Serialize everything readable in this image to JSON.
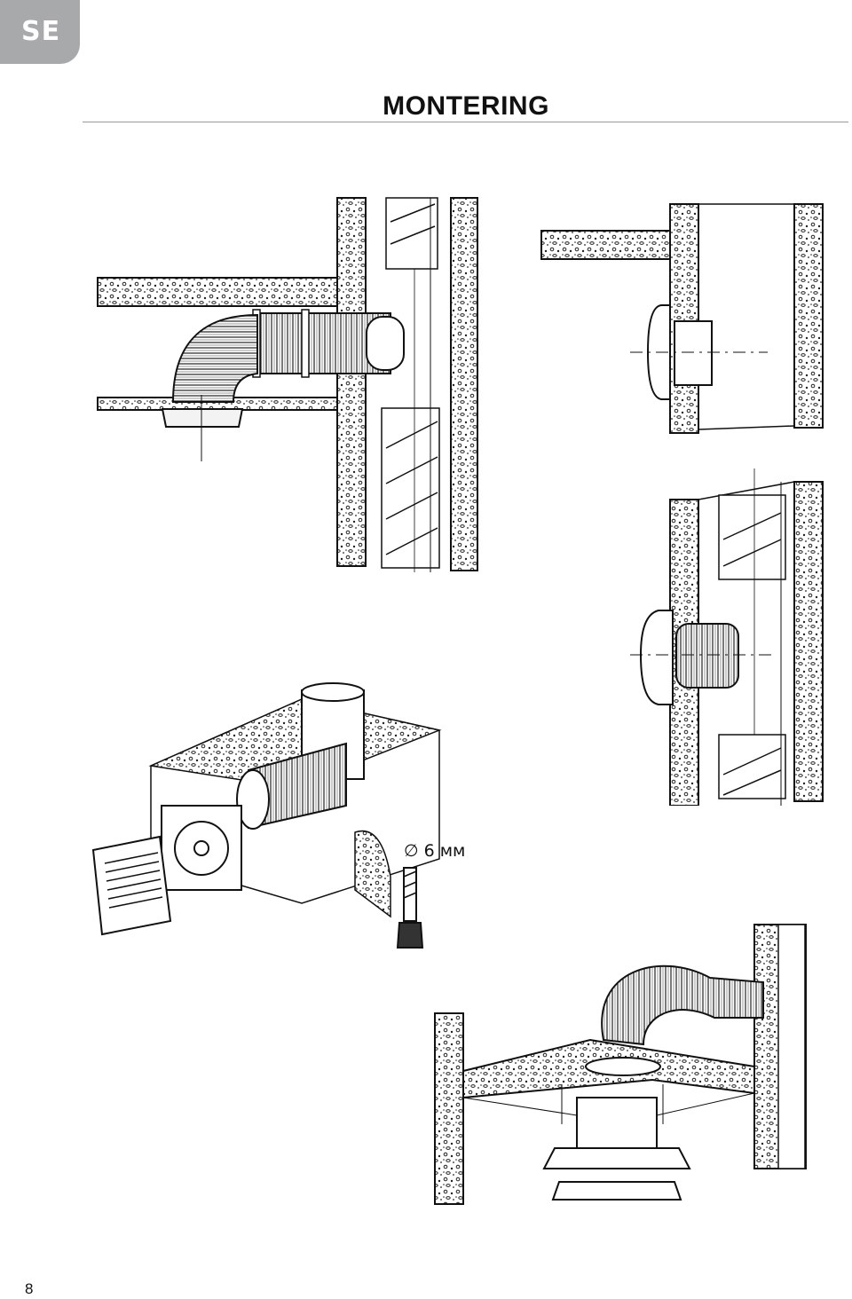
{
  "header": {
    "language_tab": "SE",
    "title": "MONTERING"
  },
  "figures": {
    "exploded_view": {
      "drill_label": "∅ 6 мм"
    }
  },
  "footer": {
    "page_number": "8"
  }
}
